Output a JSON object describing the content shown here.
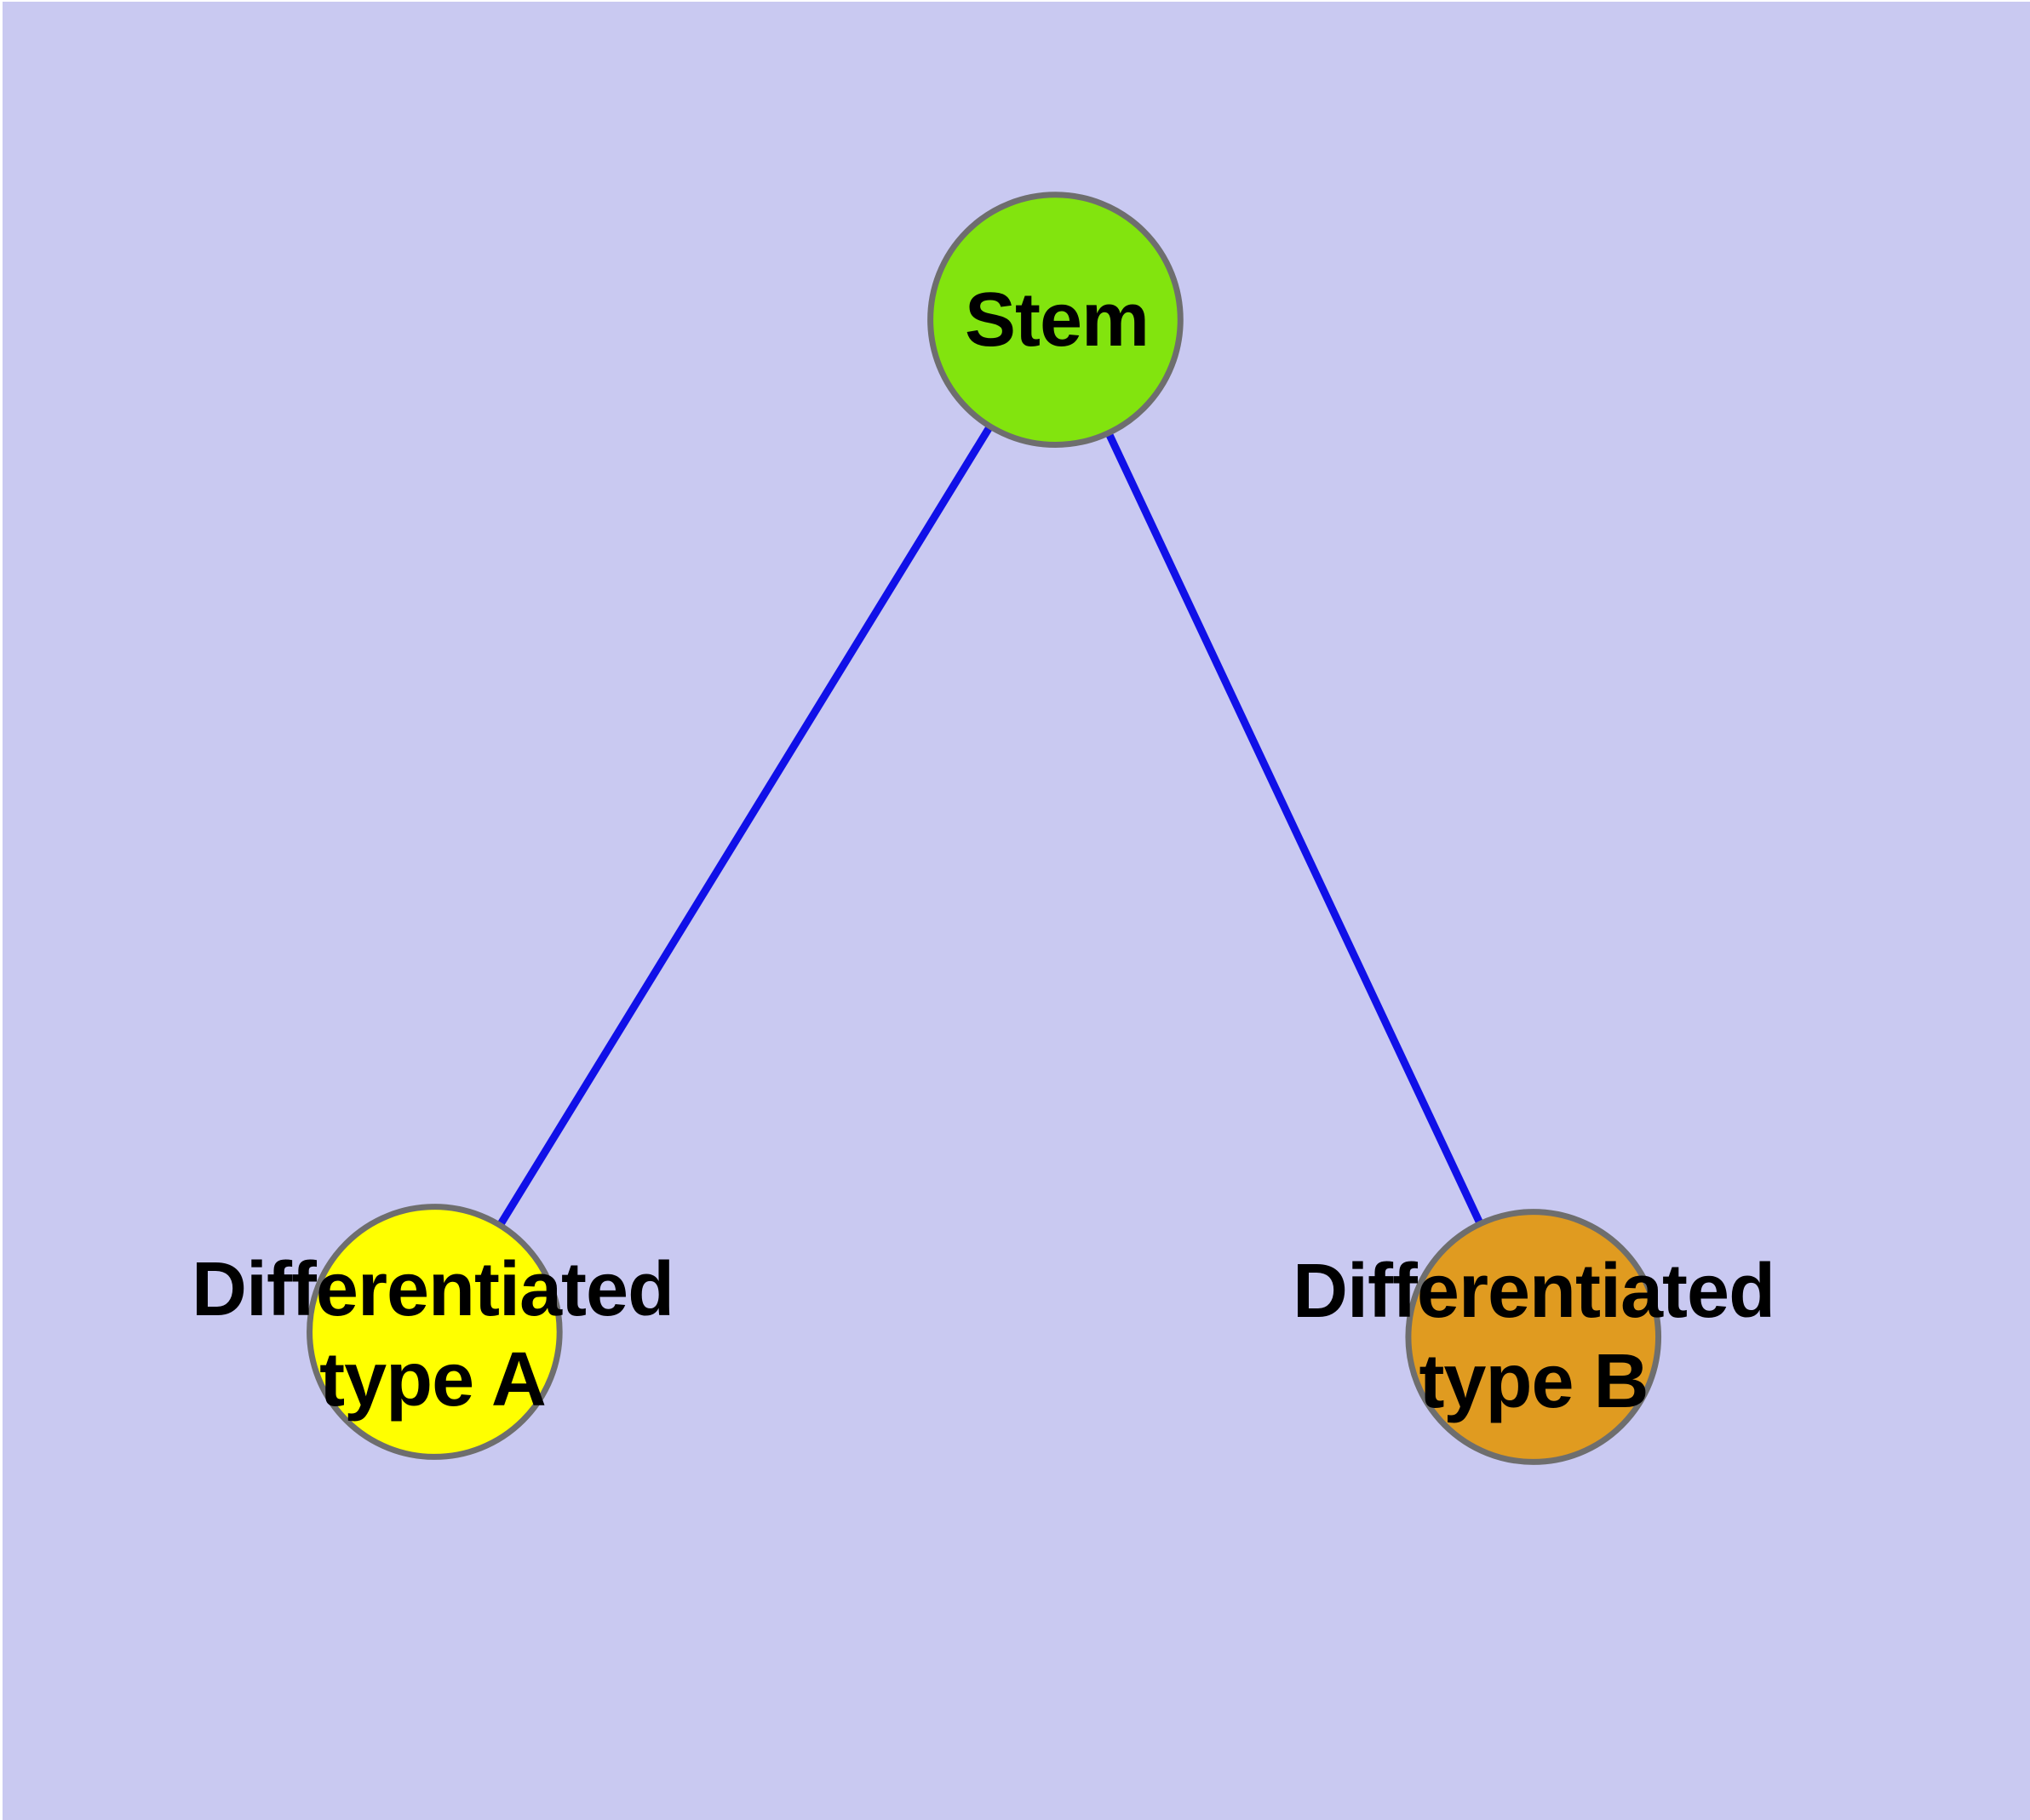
{
  "canvas": {
    "background_color": "#c9c9f1",
    "page_edge_color": "#ffffff"
  },
  "graph": {
    "node_border_color": "#6e6e6e",
    "edge_color": "#1010e8",
    "label_color": "#000000",
    "nodes": [
      {
        "id": "stem",
        "label": "Stem",
        "fill_color": "#82e40e"
      },
      {
        "id": "type-a",
        "label_line1": "Differentiated",
        "label_line2": "type A",
        "fill_color": "#ffff00"
      },
      {
        "id": "type-b",
        "label_line1": "Differentiated",
        "label_line2": "type B",
        "fill_color": "#e09b20"
      }
    ],
    "edges": [
      {
        "from": "stem",
        "to": "type-a"
      },
      {
        "from": "stem",
        "to": "type-b"
      }
    ]
  }
}
